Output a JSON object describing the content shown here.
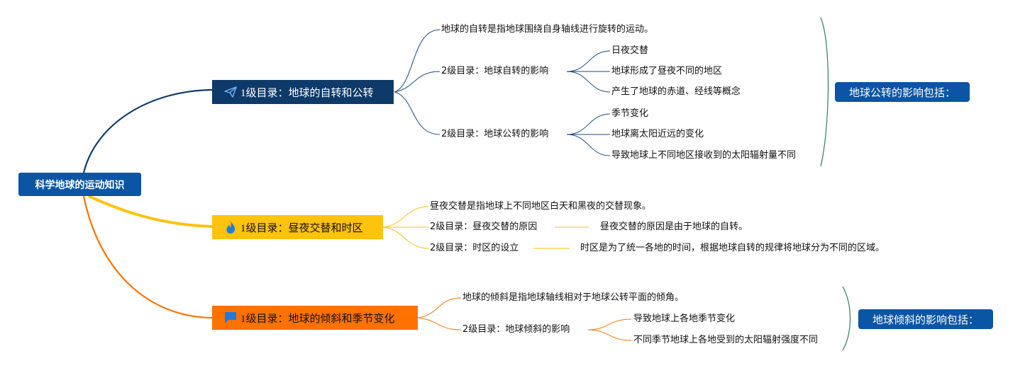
{
  "root": {
    "label": "科学地球的运动知识"
  },
  "branches": [
    {
      "label": "1级目录：地球的自转和公转",
      "icon": "paper-plane-icon",
      "color": "#0e3a6a",
      "children": [
        {
          "label": "地球的自转是指地球围绕自身轴线进行旋转的运动。"
        },
        {
          "label": "2级目录：地球自转的影响",
          "children": [
            "日夜交替",
            "地球形成了昼夜不同的地区",
            "产生了地球的赤道、经线等概念"
          ]
        },
        {
          "label": "2级目录：地球公转的影响",
          "children": [
            "季节变化",
            "地球离太阳近远的变化",
            "导致地球上不同地区接收到的太阳辐射量不同"
          ]
        }
      ],
      "summary": "地球公转的影响包括："
    },
    {
      "label": "1级目录：昼夜交替和时区",
      "icon": "flame-icon",
      "color": "#ffc20e",
      "children": [
        {
          "label": "昼夜交替是指地球上不同地区白天和黑夜的交替现象。"
        },
        {
          "label": "2级目录：昼夜交替的原因",
          "children": [
            "昼夜交替的原因是由于地球的自转。"
          ]
        },
        {
          "label": "2级目录：时区的设立",
          "children": [
            "时区是为了统一各地的时间，根据地球自转的规律将地球分为不同的区域。"
          ]
        }
      ]
    },
    {
      "label": "1级目录：地球的倾斜和季节变化",
      "icon": "flag-icon",
      "color": "#ff7200",
      "children": [
        {
          "label": "地球的倾斜是指地球轴线相对于地球公转平面的倾角。"
        },
        {
          "label": "2级目录：地球倾斜的影响",
          "children": [
            "导致地球上各地季节变化",
            "不同季节地球上各地受到的太阳辐射强度不同"
          ]
        }
      ],
      "summary": "地球倾斜的影响包括："
    }
  ]
}
